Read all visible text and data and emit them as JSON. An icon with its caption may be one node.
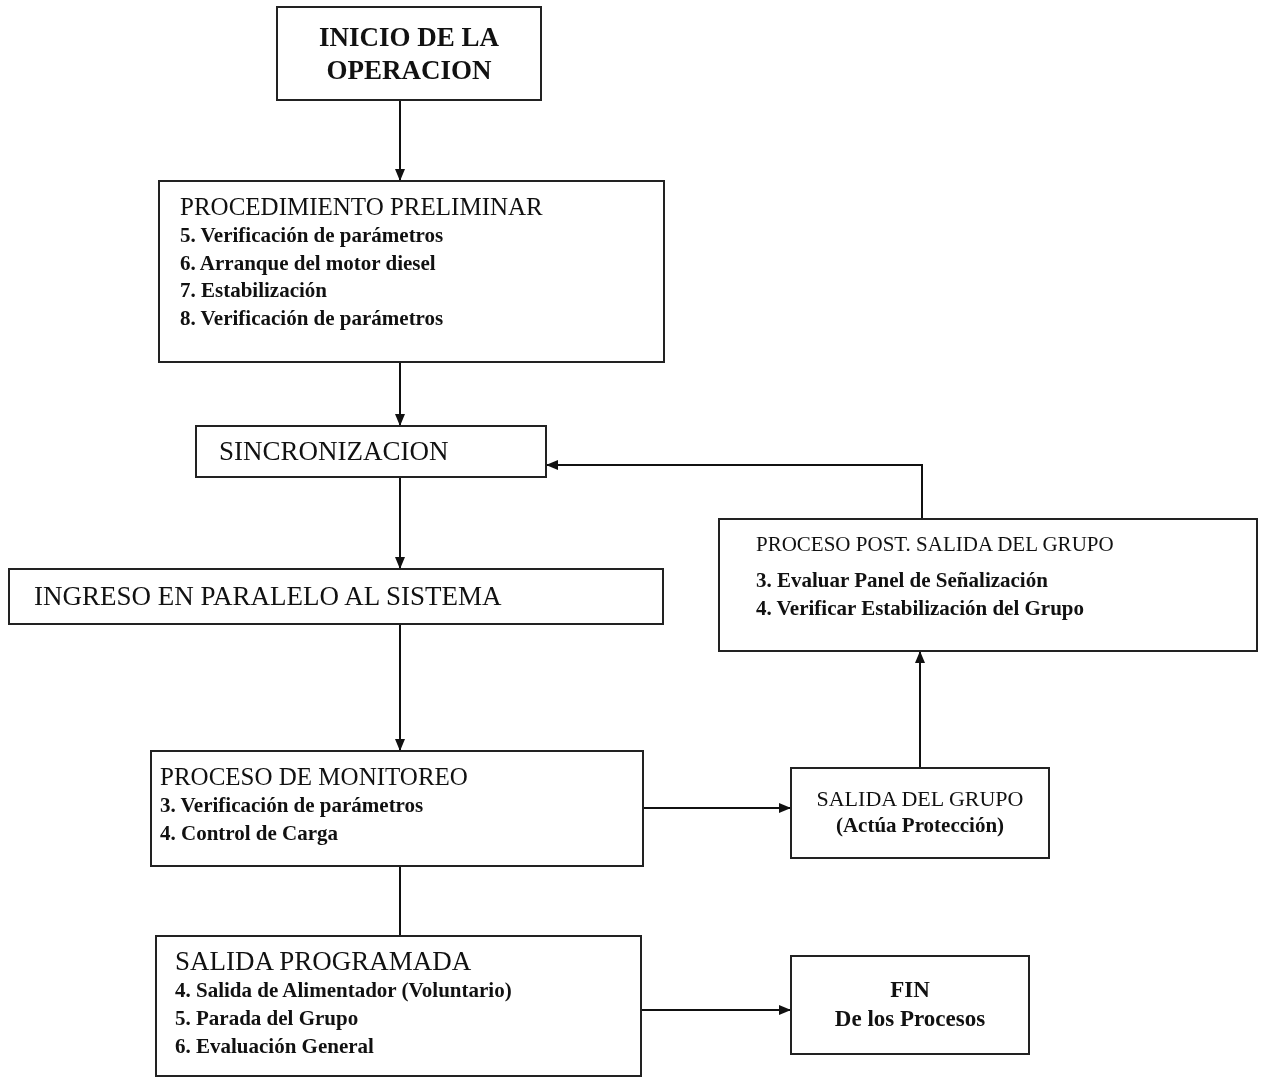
{
  "diagram": {
    "nodes": [
      {
        "text": [
          "INICIO DE LA OPERACION"
        ]
      },
      {
        "text": [
          "PROCEDIMIENTO PRELIMINAR",
          "5. Verificación de parámetros",
          "6. Arranque del motor diesel",
          "7. Estabilización",
          "8. Verificación de parámetros"
        ]
      },
      {
        "text": [
          "SINCRONIZACION"
        ]
      },
      {
        "text": [
          "INGRESO EN PARALELO AL SISTEMA"
        ]
      },
      {
        "text": [
          "PROCESO DE MONITOREO",
          "3. Verificación de parámetros",
          "4. Control de Carga"
        ]
      },
      {
        "text": [
          "SALIDA PROGRAMADA",
          "4. Salida de Alimentador (Voluntario)",
          "5. Parada del Grupo",
          "6. Evaluación General"
        ]
      },
      {
        "text": [
          "SALIDA DEL GRUPO",
          "(Actúa Protección)"
        ]
      },
      {
        "text": [
          "PROCESO POST. SALIDA DEL GRUPO",
          "3. Evaluar Panel de Señalización",
          "4. Verificar Estabilización del Grupo"
        ]
      },
      {
        "text": [
          "FIN",
          "De los Procesos"
        ]
      }
    ],
    "edges": [
      {
        "from": 0,
        "to": 1,
        "arrow": "to"
      },
      {
        "from": 1,
        "to": 2,
        "arrow": "to"
      },
      {
        "from": 2,
        "to": 3,
        "arrow": "to"
      },
      {
        "from": 3,
        "to": 4,
        "arrow": "to"
      },
      {
        "from": 4,
        "to": 5,
        "arrow": "none"
      },
      {
        "from": 4,
        "to": 6,
        "arrow": "to"
      },
      {
        "from": 6,
        "to": 7,
        "arrow": "to"
      },
      {
        "from": 7,
        "to": 2,
        "arrow": "to"
      },
      {
        "from": 5,
        "to": 8,
        "arrow": "to"
      }
    ]
  }
}
